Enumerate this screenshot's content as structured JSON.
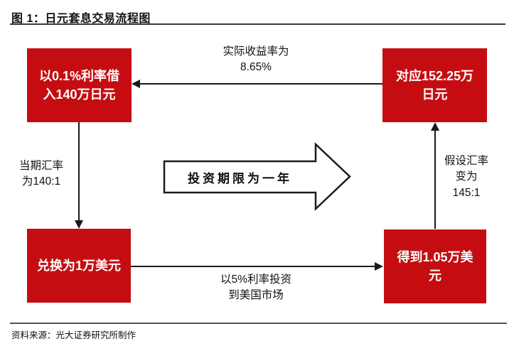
{
  "title": "图 1：日元套息交易流程图",
  "source": "资料来源：光大证券研究所制作",
  "colors": {
    "box_red": "#C50D11",
    "line": "#1a1a1a"
  },
  "boxes": {
    "top_left": {
      "lines": [
        "以0.1%利率借",
        "入140万日元"
      ]
    },
    "top_right": {
      "lines": [
        "对应152.25万",
        "日元"
      ]
    },
    "bottom_left": {
      "lines": [
        "兑换为1万美元"
      ]
    },
    "bottom_right": {
      "lines": [
        "得到1.05万美",
        "元"
      ]
    }
  },
  "labels": {
    "top": {
      "lines": [
        "实际收益率为",
        "8.65%"
      ]
    },
    "left": {
      "lines": [
        "当期汇率",
        "为140:1"
      ]
    },
    "bottom": {
      "lines": [
        "以5%利率投资",
        "到美国市场"
      ]
    },
    "right": {
      "lines": [
        "假设汇率",
        "变为",
        "145:1"
      ]
    },
    "center": "投资期限为一年"
  }
}
